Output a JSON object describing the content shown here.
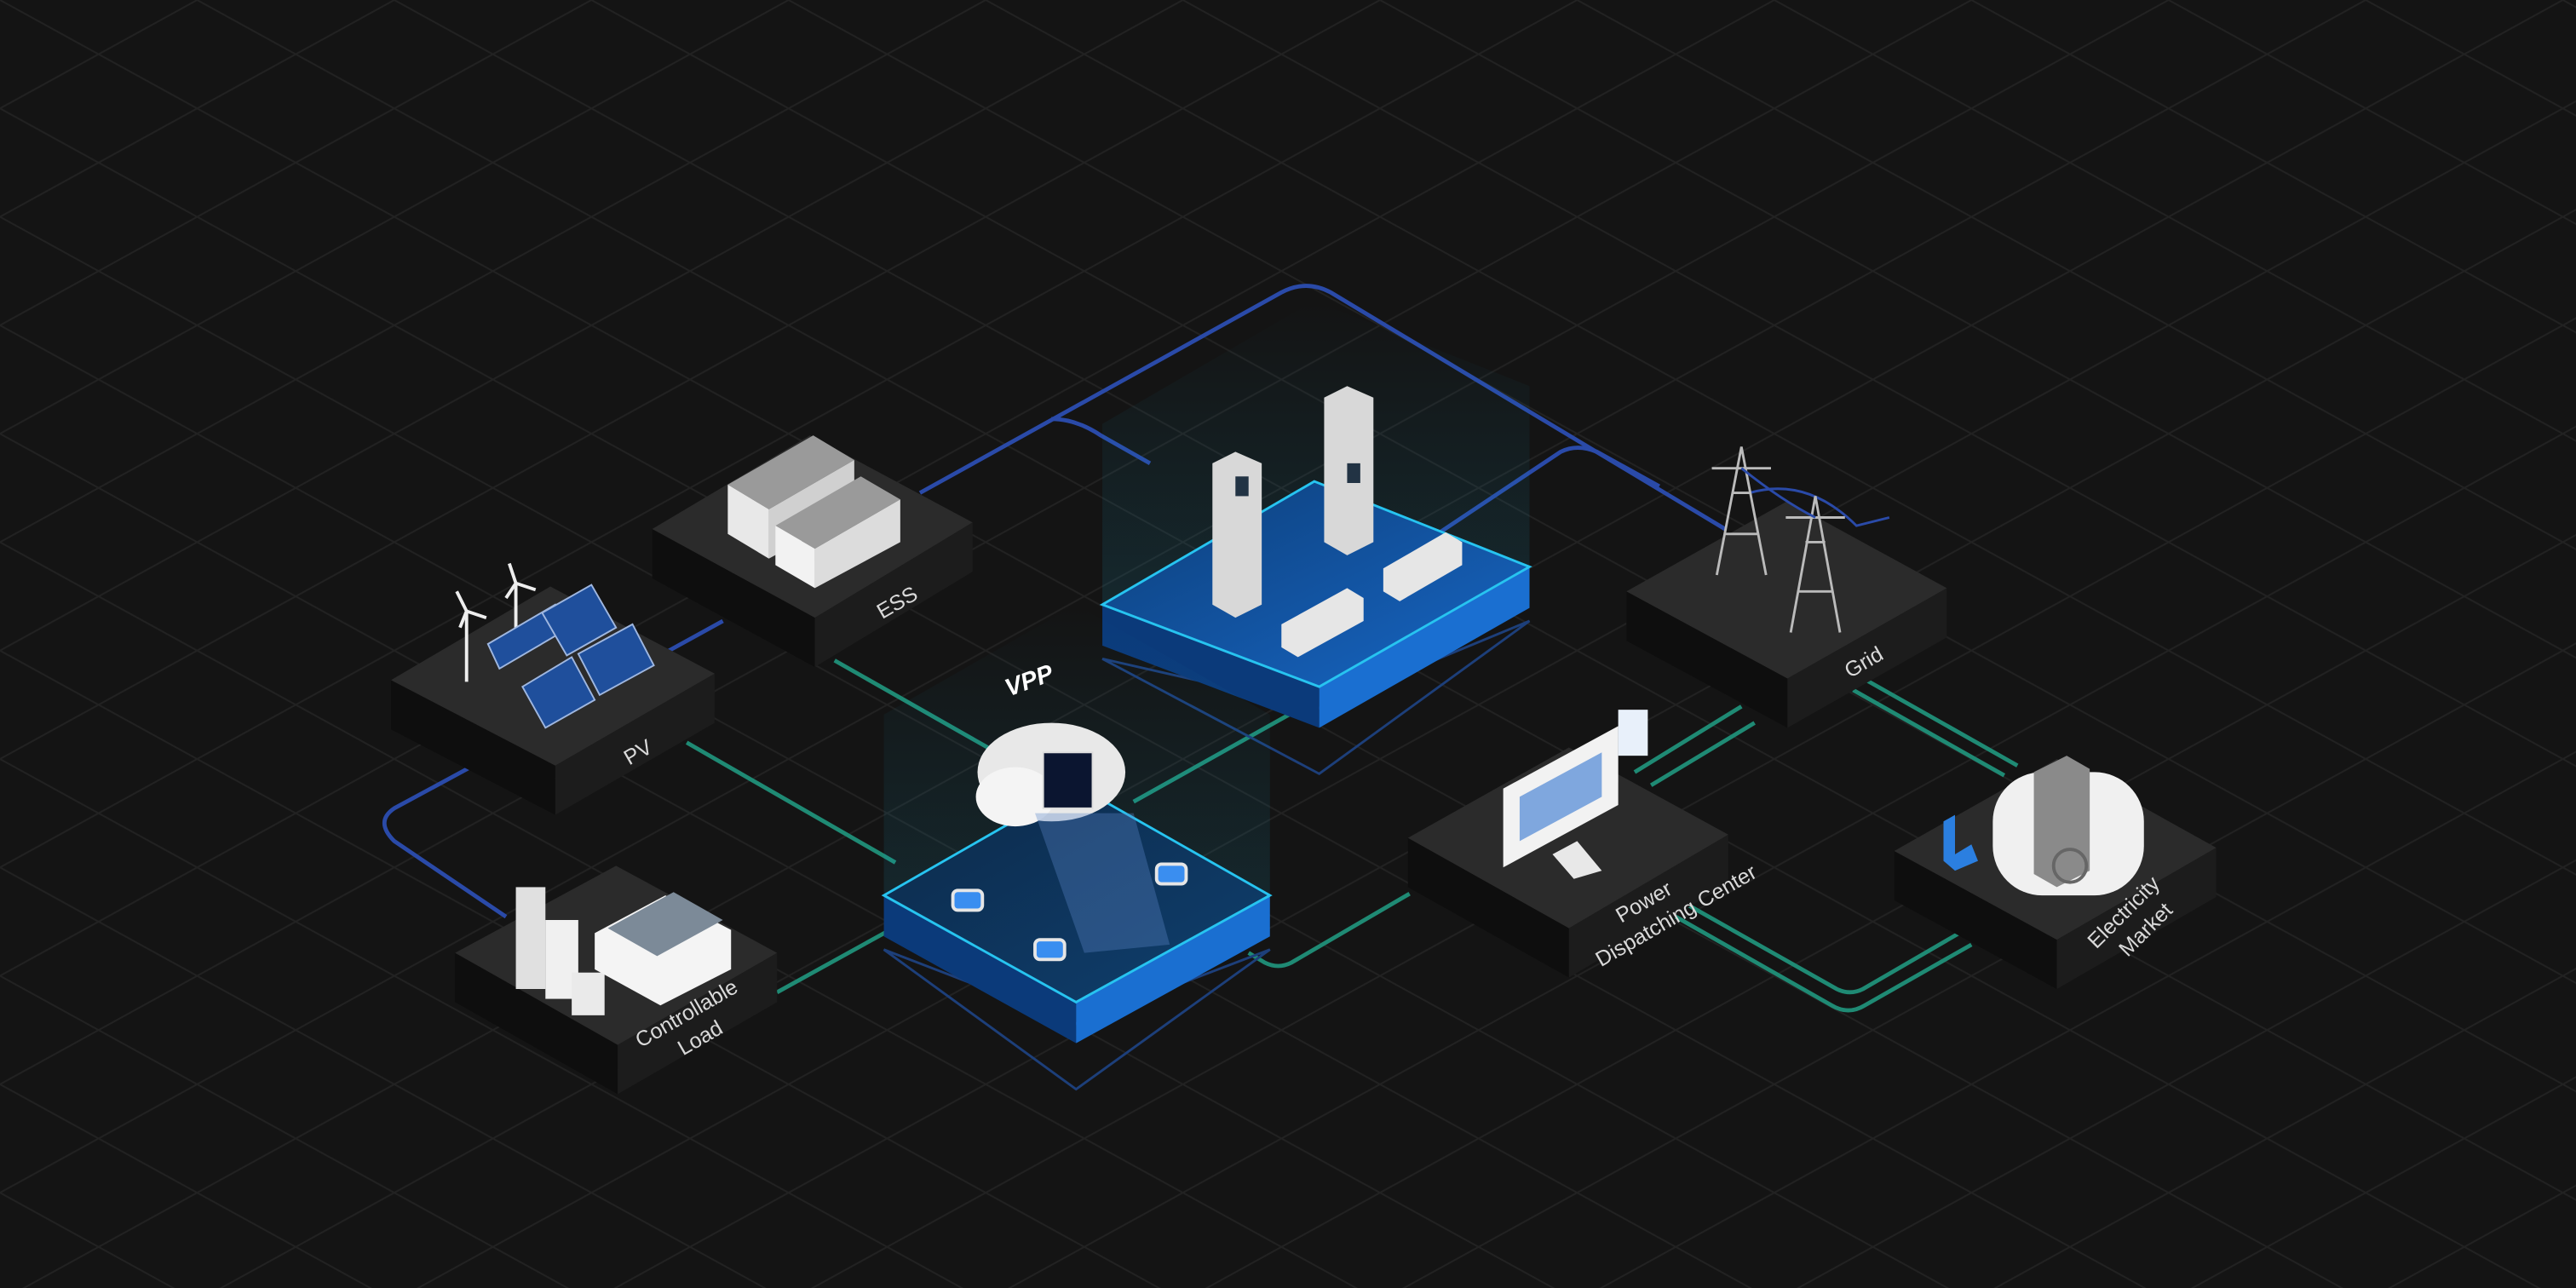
{
  "diagram": {
    "title": "Virtual Power Plant Architecture",
    "nodes": {
      "pv": {
        "label": "PV"
      },
      "ess": {
        "label": "ESS"
      },
      "load": {
        "label_line1": "Controllable",
        "label_line2": "Load"
      },
      "ev": {
        "label": ""
      },
      "vpp": {
        "label": "VPP"
      },
      "grid": {
        "label": "Grid"
      },
      "dispatch": {
        "label_line1": "Power",
        "label_line2": "Dispatching Center"
      },
      "market": {
        "label_line1": "Electricity",
        "label_line2": "Market"
      }
    },
    "colors": {
      "background": "#141414",
      "grid_lines": "#242424",
      "blue_link": "#2a4aa8",
      "green_link": "#1f8a74",
      "block_top": "#2b2b2b",
      "block_left": "#0e0e0e",
      "block_right": "#1c1c1c",
      "highlight_blue": "#1a6fd1",
      "highlight_edge": "#27c4f0"
    }
  }
}
